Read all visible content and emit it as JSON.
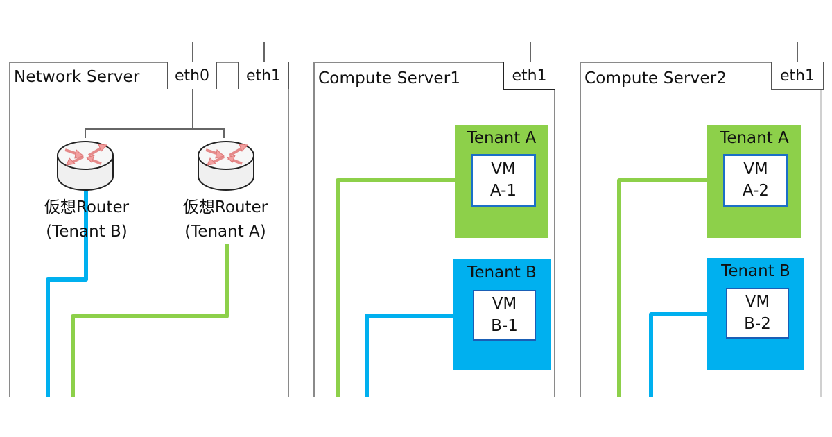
{
  "colors": {
    "tenant_a": "#8dd04a",
    "tenant_b": "#00b0ef",
    "border": "#8a8a8a",
    "vm_border": "#1b6fc7"
  },
  "network_server": {
    "title": "Network Server",
    "interfaces": [
      "eth0",
      "eth1"
    ],
    "routers": [
      {
        "name": "仮想Router",
        "tenant": "(Tenant B)",
        "icon": "router-icon"
      },
      {
        "name": "仮想Router",
        "tenant": "(Tenant A)",
        "icon": "router-icon"
      }
    ]
  },
  "compute_servers": [
    {
      "title": "Compute Server1",
      "interface": "eth1",
      "tenants": [
        {
          "label": "Tenant A",
          "vm_line1": "VM",
          "vm_line2": "A-1"
        },
        {
          "label": "Tenant B",
          "vm_line1": "VM",
          "vm_line2": "B-1"
        }
      ]
    },
    {
      "title": "Compute Server2",
      "interface": "eth1",
      "tenants": [
        {
          "label": "Tenant A",
          "vm_line1": "VM",
          "vm_line2": "A-2"
        },
        {
          "label": "Tenant B",
          "vm_line1": "VM",
          "vm_line2": "B-2"
        }
      ]
    }
  ]
}
